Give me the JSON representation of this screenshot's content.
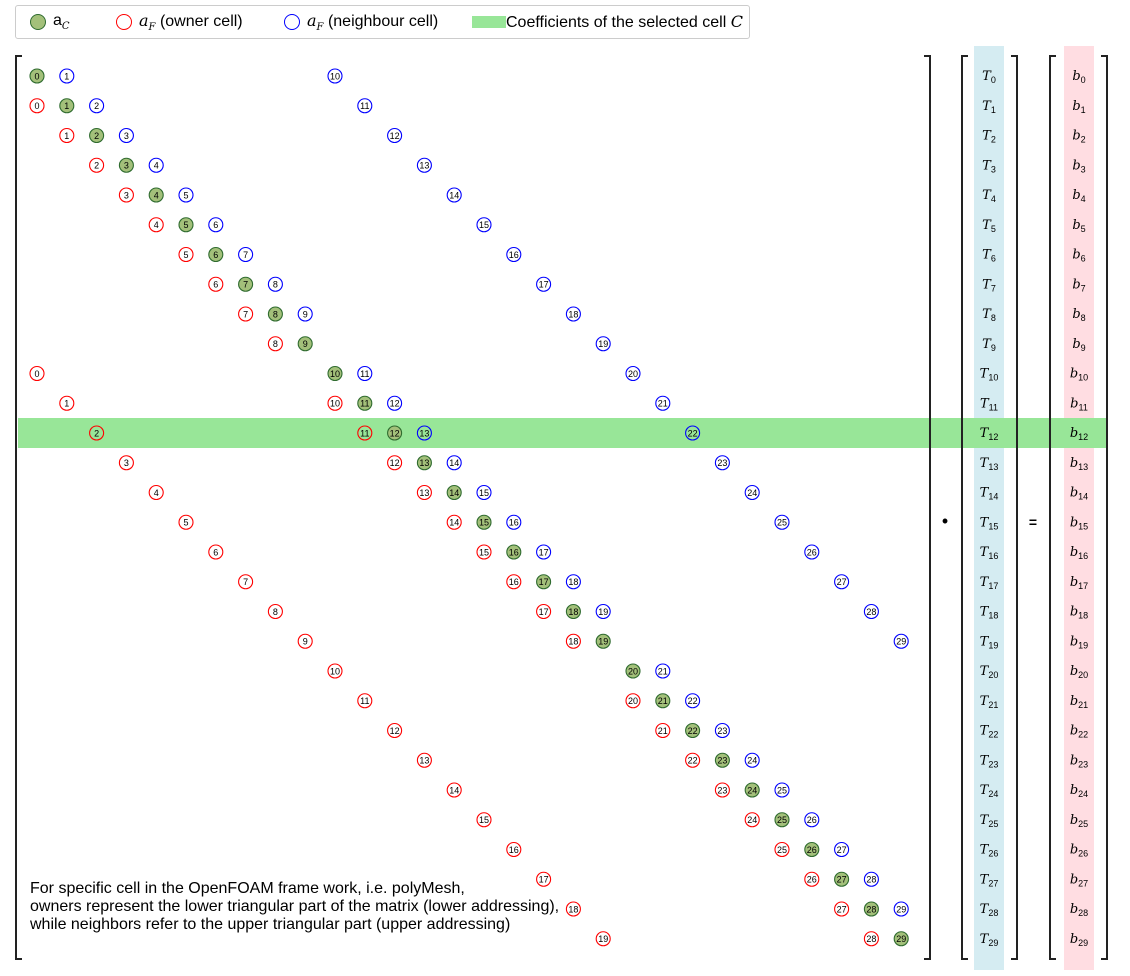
{
  "legend": {
    "diag_label": "a",
    "diag_sub": "C",
    "owner_label": "F",
    "owner_suffix": " (owner cell)",
    "neigh_label": "F",
    "neigh_suffix": " (neighbour cell)",
    "sel_label": "Coefficients of the selected cell ",
    "sel_cell": "C",
    "colors": {
      "diag_fill": "#a3c07a",
      "diag_edge": "#2f6b2f",
      "owner": "#ff0000",
      "neighbour": "#0000ff",
      "highlight": "#98e698"
    }
  },
  "matrix": {
    "n_cells": 30,
    "selected_cell": 12,
    "connections": [
      [
        0,
        1
      ],
      [
        1,
        2
      ],
      [
        2,
        3
      ],
      [
        3,
        4
      ],
      [
        4,
        5
      ],
      [
        5,
        6
      ],
      [
        6,
        7
      ],
      [
        7,
        8
      ],
      [
        8,
        9
      ],
      [
        10,
        11
      ],
      [
        11,
        12
      ],
      [
        12,
        13
      ],
      [
        13,
        14
      ],
      [
        14,
        15
      ],
      [
        15,
        16
      ],
      [
        16,
        17
      ],
      [
        17,
        18
      ],
      [
        18,
        19
      ],
      [
        20,
        21
      ],
      [
        21,
        22
      ],
      [
        22,
        23
      ],
      [
        23,
        24
      ],
      [
        24,
        25
      ],
      [
        25,
        26
      ],
      [
        26,
        27
      ],
      [
        27,
        28
      ],
      [
        28,
        29
      ],
      [
        0,
        10
      ],
      [
        1,
        11
      ],
      [
        2,
        12
      ],
      [
        3,
        13
      ],
      [
        4,
        14
      ],
      [
        5,
        15
      ],
      [
        6,
        16
      ],
      [
        7,
        17
      ],
      [
        8,
        18
      ],
      [
        9,
        19
      ],
      [
        10,
        20
      ],
      [
        11,
        21
      ],
      [
        12,
        22
      ],
      [
        13,
        23
      ],
      [
        14,
        24
      ],
      [
        15,
        25
      ],
      [
        16,
        26
      ],
      [
        17,
        27
      ],
      [
        18,
        28
      ],
      [
        19,
        29
      ]
    ]
  },
  "vectors": {
    "t_symbol": "T",
    "b_symbol": "b",
    "t_bg": "#d5ecf2",
    "b_bg": "#ffdde2",
    "dot_op": "•",
    "eq_op": "="
  },
  "note": {
    "line1": "For specific cell in the OpenFOAM frame work, i.e. polyMesh,",
    "line2": "owners represent the lower triangular part of the matrix (lower addressing),",
    "line3": "while neighbors refer to the upper triangular part (upper addressing)"
  }
}
